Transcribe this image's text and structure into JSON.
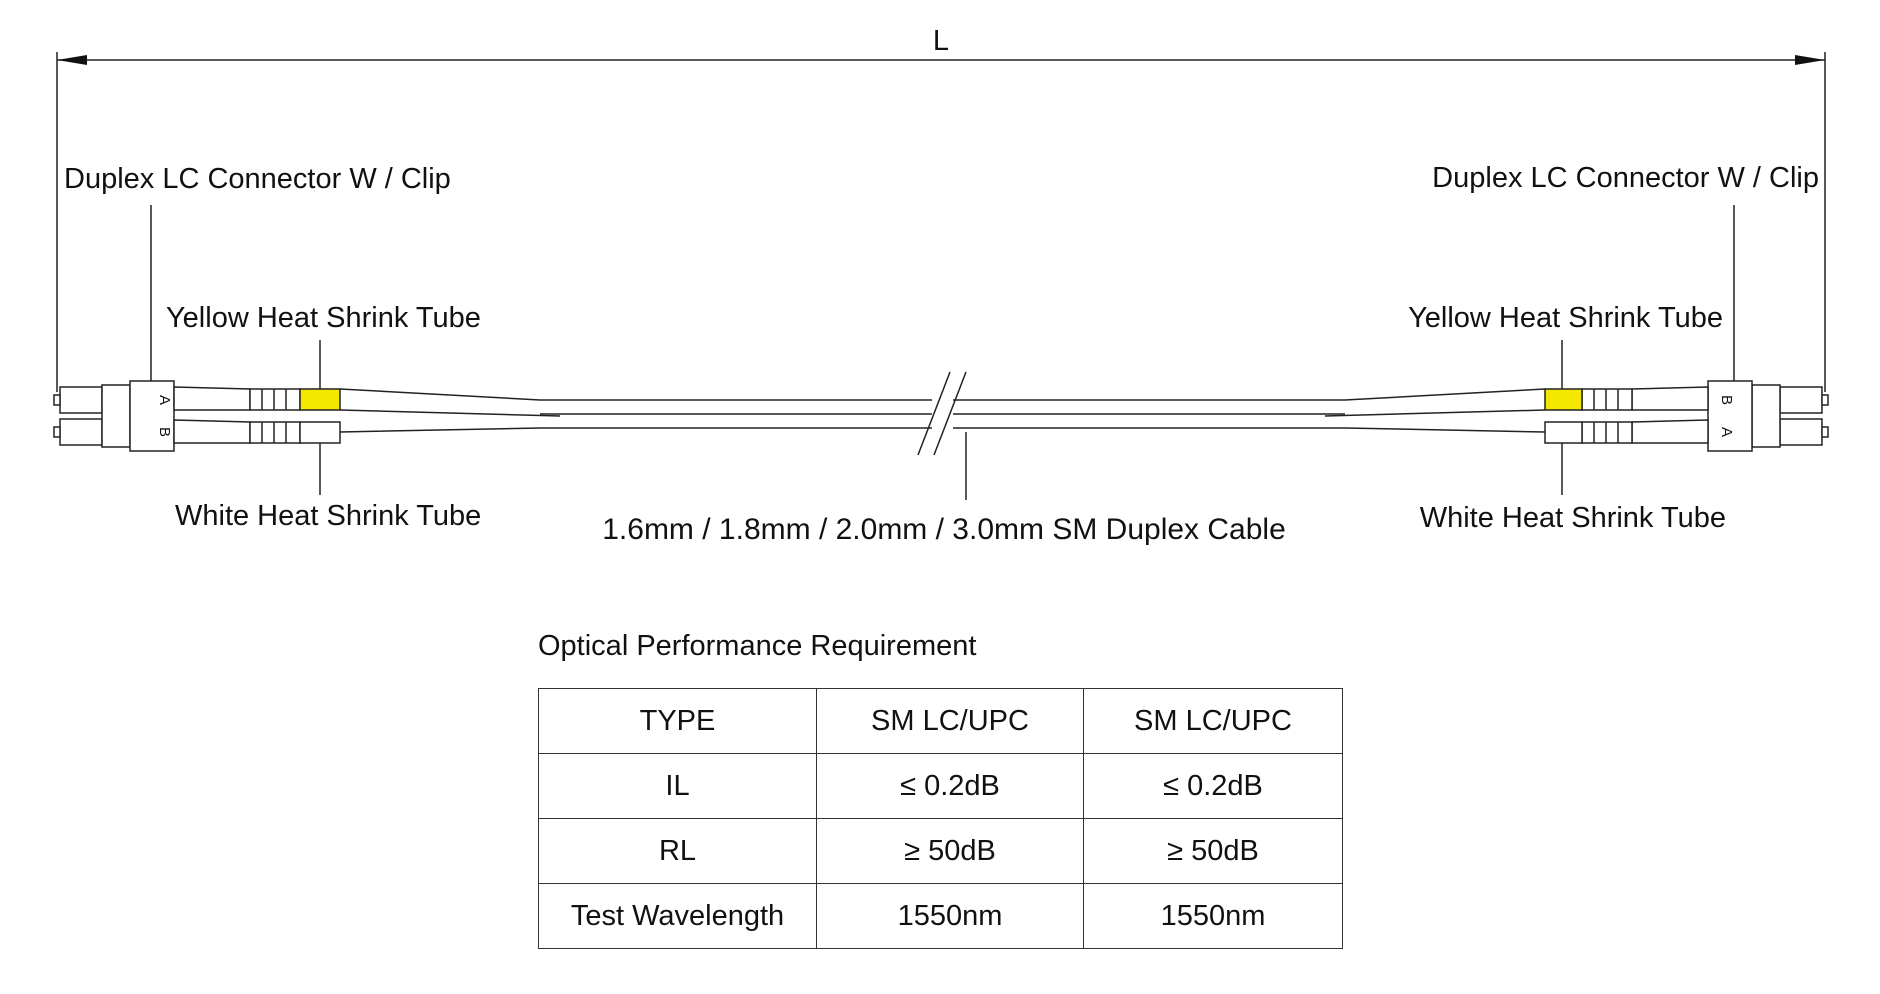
{
  "dimension": {
    "label": "L"
  },
  "left_end": {
    "connector_label": "Duplex LC Connector W / Clip",
    "yellow_tube_label": "Yellow Heat Shrink Tube",
    "white_tube_label": "White Heat Shrink Tube",
    "marks": [
      "A",
      "B"
    ]
  },
  "right_end": {
    "connector_label": "Duplex LC Connector W / Clip",
    "yellow_tube_label": "Yellow Heat Shrink Tube",
    "white_tube_label": "White Heat Shrink Tube",
    "marks": [
      "B",
      "A"
    ]
  },
  "cable": {
    "label": "1.6mm / 1.8mm / 2.0mm / 3.0mm SM Duplex Cable"
  },
  "colors": {
    "yellow_tube": "#f5e800",
    "line": "#222222"
  },
  "performance": {
    "title": "Optical Performance Requirement",
    "rows": [
      [
        "TYPE",
        "SM LC/UPC",
        "SM LC/UPC"
      ],
      [
        "IL",
        "≤ 0.2dB",
        "≤ 0.2dB"
      ],
      [
        "RL",
        "≥ 50dB",
        "≥ 50dB"
      ],
      [
        "Test Wavelength",
        "1550nm",
        "1550nm"
      ]
    ]
  }
}
